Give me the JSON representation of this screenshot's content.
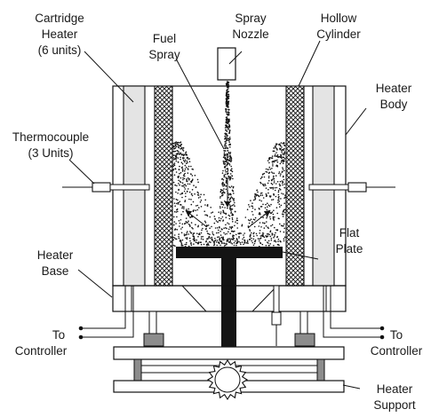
{
  "labels": {
    "cartridge_heater": [
      "Cartridge",
      "Heater",
      "(6 units)"
    ],
    "spray_nozzle": [
      "Spray",
      "Nozzle"
    ],
    "hollow_cylinder": [
      "Hollow",
      "Cylinder"
    ],
    "fuel_spray": [
      "Fuel",
      "Spray"
    ],
    "heater_body": [
      "Heater",
      "Body"
    ],
    "thermocouple": [
      "Thermocouple",
      "(3 Units)"
    ],
    "flat_plate": [
      "Flat",
      "Plate"
    ],
    "heater_base": [
      "Heater",
      "Base"
    ],
    "to_controller_left": [
      "To",
      "Controller"
    ],
    "to_controller_right": [
      "To",
      "Controller"
    ],
    "heater_support": [
      "Heater",
      "Support"
    ]
  },
  "colors": {
    "heater_fill": "#e4e4e4",
    "plate_fill": "#141414",
    "foot_fill": "#8c8c8c",
    "line": "#111111"
  }
}
